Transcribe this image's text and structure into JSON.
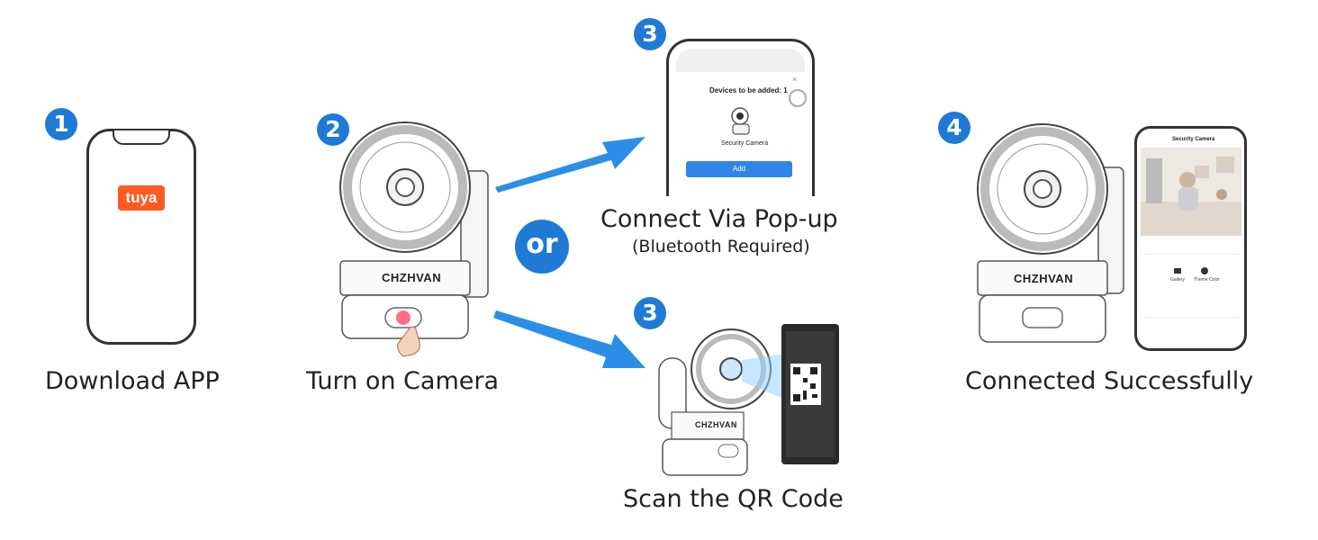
{
  "steps": [
    {
      "number": "1",
      "caption": "Download APP"
    },
    {
      "number": "2",
      "caption": "Turn on Camera"
    },
    {
      "number": "3",
      "caption": "Connect Via Pop-up",
      "sub": "(Bluetooth Required)"
    },
    {
      "number": "3",
      "caption": "Scan the QR Code"
    },
    {
      "number": "4",
      "caption": "Connected Successfully"
    }
  ],
  "or_label": "or",
  "app_logo": "tuya",
  "brand": "CHZHVAN",
  "popup": {
    "title": "Devices to be added: 1",
    "device": "Security Camera",
    "button": "Add"
  },
  "app_screen": {
    "title": "Security Camera",
    "controls": [
      "Gallery",
      "Theme Color"
    ]
  },
  "colors": {
    "accent": "#1f7ad6",
    "arrow": "#2b8fe8",
    "tuya": "#ff5a1f"
  }
}
